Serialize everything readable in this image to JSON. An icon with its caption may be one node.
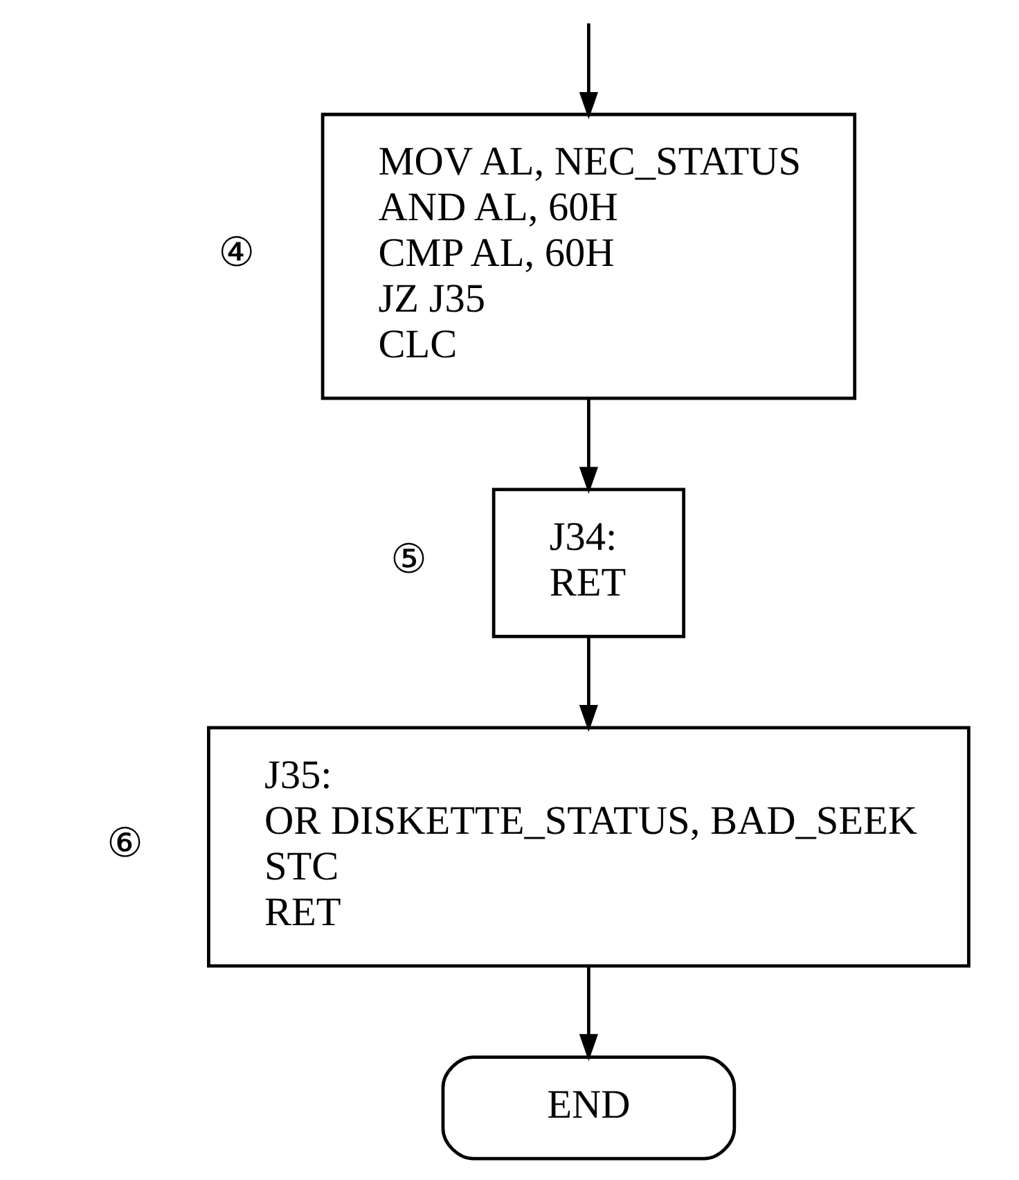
{
  "diagram": {
    "nodes": [
      {
        "text": [
          "MOV AL, NEC_STATUS",
          "AND AL, 60H",
          "CMP AL, 60H",
          "JZ J35",
          "CLC"
        ],
        "beside": [
          "④"
        ]
      },
      {
        "text": [
          "J34:",
          "RET"
        ],
        "beside": [
          "⑤"
        ]
      },
      {
        "text": [
          "J35:",
          "OR DISKETTE_STATUS, BAD_SEEK",
          "STC",
          "RET"
        ],
        "beside": [
          "⑥"
        ]
      },
      {
        "text": [
          "END"
        ]
      }
    ],
    "edges": [
      {
        "from": null,
        "to": 0,
        "arrow": "to"
      },
      {
        "from": 0,
        "to": 1,
        "arrow": "to"
      },
      {
        "from": 1,
        "to": 2,
        "arrow": "to"
      },
      {
        "from": 2,
        "to": 3,
        "arrow": "to"
      }
    ]
  }
}
